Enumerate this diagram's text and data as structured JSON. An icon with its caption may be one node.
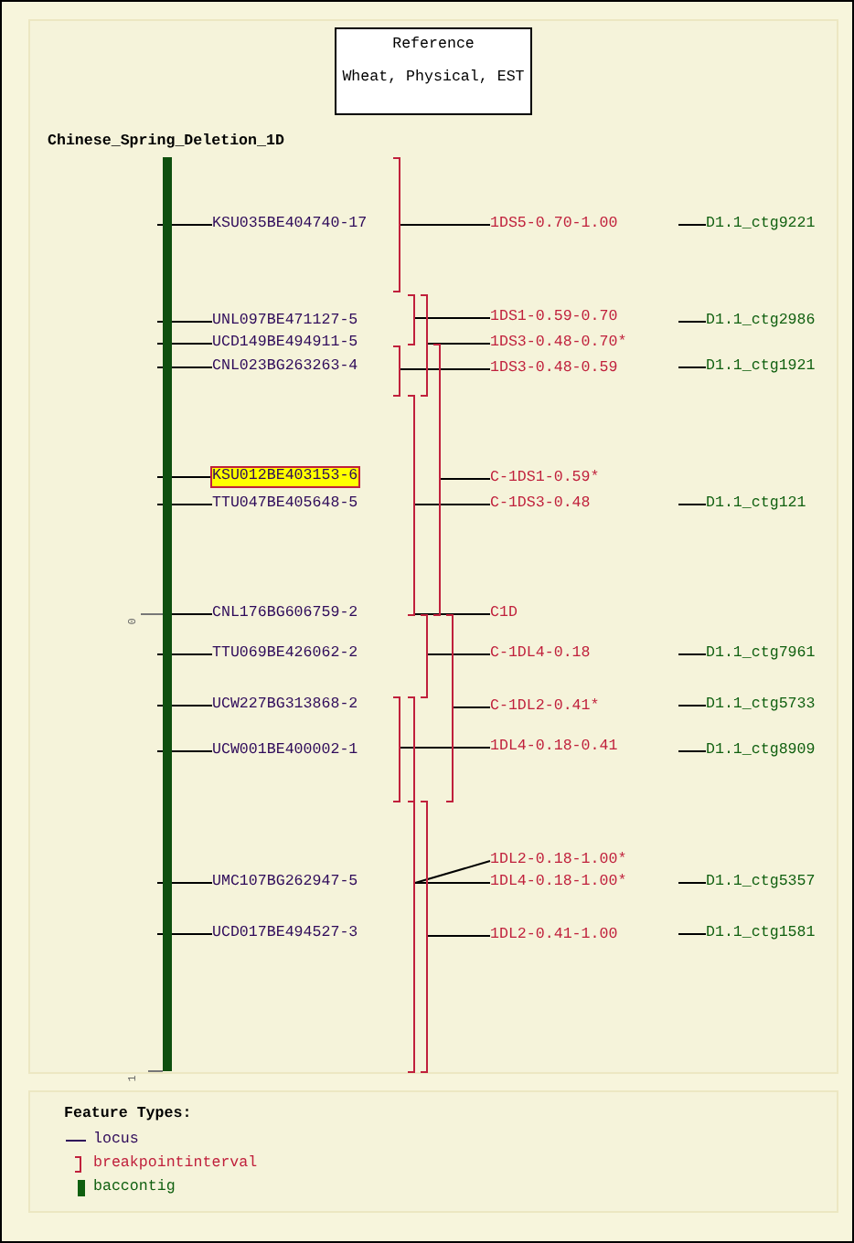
{
  "diagram": {
    "nodes": [
      {
        "text": [
          "Reference",
          "Wheat, Physical, EST"
        ]
      },
      {
        "text": [],
        "shape": "bar",
        "beside": [
          "Chinese_Spring_Deletion_1D"
        ]
      },
      {
        "text": [
          "KSU035BE404740-17"
        ]
      },
      {
        "text": [
          "UNL097BE471127-5"
        ]
      },
      {
        "text": [
          "UCD149BE494911-5"
        ]
      },
      {
        "text": [
          "CNL023BG263263-4"
        ]
      },
      {
        "text": [
          "KSU012BE403153-6"
        ]
      },
      {
        "text": [
          "TTU047BE405648-5"
        ]
      },
      {
        "text": [
          "CNL176BG606759-2"
        ]
      },
      {
        "text": [
          "TTU069BE426062-2"
        ]
      },
      {
        "text": [
          "UCW227BG313868-2"
        ]
      },
      {
        "text": [
          "UCW001BE400002-1"
        ]
      },
      {
        "text": [
          "UMC107BG262947-5"
        ]
      },
      {
        "text": [
          "UCD017BE494527-3"
        ]
      },
      {
        "text": [
          "1DS5-0.70-1.00"
        ]
      },
      {
        "text": [
          "1DS1-0.59-0.70"
        ]
      },
      {
        "text": [
          "1DS3-0.48-0.70*"
        ]
      },
      {
        "text": [
          "1DS3-0.48-0.59"
        ]
      },
      {
        "text": [
          "C-1DS1-0.59*"
        ]
      },
      {
        "text": [
          "C-1DS3-0.48"
        ]
      },
      {
        "text": [
          "C1D"
        ]
      },
      {
        "text": [
          "C-1DL4-0.18"
        ]
      },
      {
        "text": [
          "C-1DL2-0.41*"
        ]
      },
      {
        "text": [
          "1DL4-0.18-0.41"
        ]
      },
      {
        "text": [
          "1DL2-0.18-1.00*"
        ]
      },
      {
        "text": [
          "1DL4-0.18-1.00*"
        ]
      },
      {
        "text": [
          "1DL2-0.41-1.00"
        ]
      },
      {
        "text": [
          "D1.1_ctg9221"
        ]
      },
      {
        "text": [
          "D1.1_ctg2986"
        ]
      },
      {
        "text": [
          "D1.1_ctg1921"
        ]
      },
      {
        "text": [
          "D1.1_ctg121"
        ]
      },
      {
        "text": [
          "D1.1_ctg7961"
        ]
      },
      {
        "text": [
          "D1.1_ctg5733"
        ]
      },
      {
        "text": [
          "D1.1_ctg8909"
        ]
      },
      {
        "text": [
          "D1.1_ctg5357"
        ]
      },
      {
        "text": [
          "D1.1_ctg1581"
        ]
      },
      {
        "text": [],
        "shape": "bracket"
      },
      {
        "text": [],
        "shape": "bracket"
      },
      {
        "text": [],
        "shape": "bracket"
      },
      {
        "text": [],
        "shape": "bracket"
      },
      {
        "text": [],
        "shape": "bracket"
      },
      {
        "text": [],
        "shape": "bracket"
      },
      {
        "text": [],
        "shape": "bracket"
      },
      {
        "text": [],
        "shape": "bracket"
      },
      {
        "text": [],
        "shape": "bracket"
      },
      {
        "text": [],
        "shape": "bracket"
      },
      {
        "text": [],
        "shape": "bracket"
      },
      {
        "text": [],
        "shape": "bracket"
      }
    ],
    "edges": [
      {
        "from": 1,
        "to": 2,
        "arrow": "none"
      },
      {
        "from": 1,
        "to": 3,
        "arrow": "none"
      },
      {
        "from": 1,
        "to": 4,
        "arrow": "none"
      },
      {
        "from": 1,
        "to": 5,
        "arrow": "none"
      },
      {
        "from": 1,
        "to": 6,
        "arrow": "none"
      },
      {
        "from": 1,
        "to": 7,
        "arrow": "none"
      },
      {
        "from": 1,
        "to": 8,
        "arrow": "none"
      },
      {
        "from": 1,
        "to": 9,
        "arrow": "none"
      },
      {
        "from": 1,
        "to": 10,
        "arrow": "none"
      },
      {
        "from": 1,
        "to": 11,
        "arrow": "none"
      },
      {
        "from": 1,
        "to": 12,
        "arrow": "none"
      },
      {
        "from": 1,
        "to": 13,
        "arrow": "none"
      },
      {
        "from": 36,
        "to": 14,
        "arrow": "none"
      },
      {
        "from": 37,
        "to": 15,
        "arrow": "none"
      },
      {
        "from": 38,
        "to": 16,
        "arrow": "none"
      },
      {
        "from": 39,
        "to": 17,
        "arrow": "none"
      },
      {
        "from": 40,
        "to": 18,
        "arrow": "none"
      },
      {
        "from": 41,
        "to": 19,
        "arrow": "none"
      },
      {
        "from": 41,
        "to": 20,
        "arrow": "none"
      },
      {
        "from": 42,
        "to": 21,
        "arrow": "none"
      },
      {
        "from": 43,
        "to": 22,
        "arrow": "none"
      },
      {
        "from": 44,
        "to": 23,
        "arrow": "none"
      },
      {
        "from": 45,
        "to": 24,
        "arrow": "none"
      },
      {
        "from": 45,
        "to": 25,
        "arrow": "none"
      },
      {
        "from": 46,
        "to": 26,
        "arrow": "none"
      },
      {
        "from": null,
        "to": 27,
        "arrow": "none"
      },
      {
        "from": null,
        "to": 28,
        "arrow": "none"
      },
      {
        "from": null,
        "to": 29,
        "arrow": "none"
      },
      {
        "from": null,
        "to": 30,
        "arrow": "none"
      },
      {
        "from": null,
        "to": 31,
        "arrow": "none"
      },
      {
        "from": null,
        "to": 32,
        "arrow": "none"
      },
      {
        "from": null,
        "to": 33,
        "arrow": "none"
      },
      {
        "from": null,
        "to": 34,
        "arrow": "none"
      },
      {
        "from": null,
        "to": 35,
        "arrow": "none"
      }
    ],
    "labels": [
      "0",
      "1",
      "Feature Types:"
    ],
    "legend": [
      {
        "text": "locus"
      },
      {
        "text": "breakpointinterval"
      },
      {
        "text": "baccontig"
      }
    ]
  }
}
